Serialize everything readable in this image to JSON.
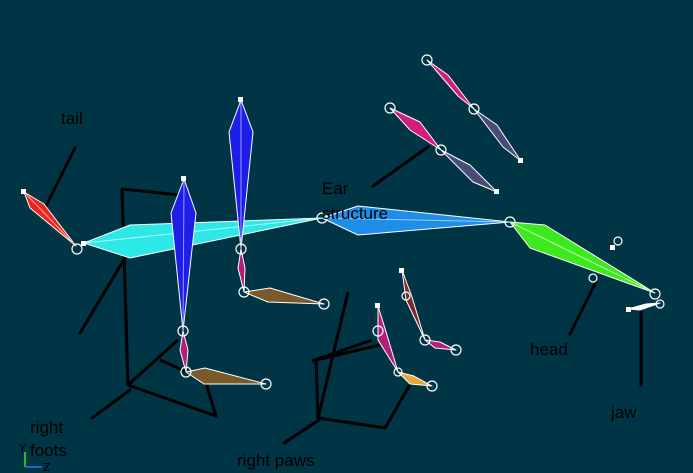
{
  "viewport": {
    "background": "#003545"
  },
  "labels": {
    "tail": "tail",
    "ear_line1": "Ear",
    "ear_line2": "structure",
    "head": "head",
    "jaw": "jaw",
    "right_foots_line1": "right",
    "right_foots_line2": "foots",
    "right_paws": "right paws",
    "axis_y": "Y",
    "axis_z": "Z"
  },
  "colors": {
    "tail_bone": "#e8281e",
    "spine_bone_1": "#2ee8e8",
    "spine_bone_2": "#1e8ee8",
    "head_bone": "#3ee81e",
    "ear_bone": "#d21e78",
    "ear_tip": "#4a4a78",
    "leg_upper": "#1e1ee8",
    "paw_bone": "#7a5a2a",
    "shin_bone": "#b41e78",
    "paw_right": "#7a2a2a",
    "joint_stroke": "#ffffff",
    "sketch_line": "#000000"
  }
}
